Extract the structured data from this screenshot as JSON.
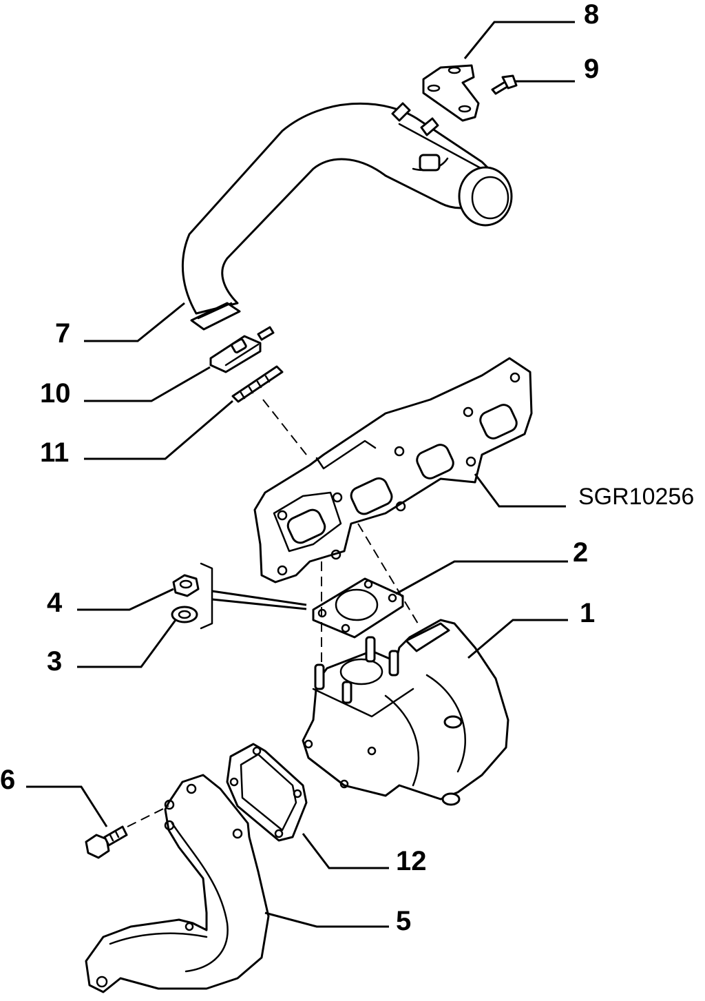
{
  "diagram": {
    "reference_code": "SGR10256",
    "callouts": [
      {
        "id": "1",
        "label": "1"
      },
      {
        "id": "2",
        "label": "2"
      },
      {
        "id": "3",
        "label": "3"
      },
      {
        "id": "4",
        "label": "4"
      },
      {
        "id": "5",
        "label": "5"
      },
      {
        "id": "6",
        "label": "6"
      },
      {
        "id": "7",
        "label": "7"
      },
      {
        "id": "8",
        "label": "8"
      },
      {
        "id": "9",
        "label": "9"
      },
      {
        "id": "10",
        "label": "10"
      },
      {
        "id": "11",
        "label": "11"
      },
      {
        "id": "12",
        "label": "12"
      }
    ]
  }
}
